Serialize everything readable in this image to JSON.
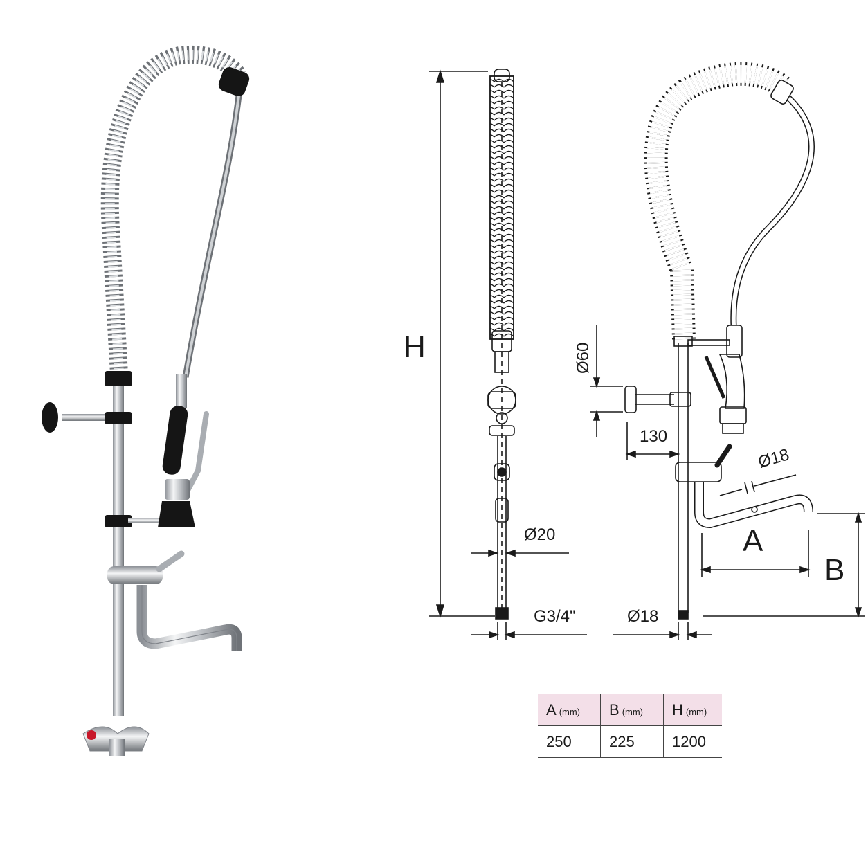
{
  "dimensions": {
    "height_label": "H",
    "a_label": "A",
    "b_label": "B",
    "d20_label": "Ø20",
    "d18_pipe_label": "Ø18",
    "d18_base_label": "Ø18",
    "d60_label": "Ø60",
    "offset_130_label": "130",
    "thread_label": "G3/4\""
  },
  "table": {
    "headers": [
      {
        "name": "A",
        "unit": "(mm)"
      },
      {
        "name": "B",
        "unit": "(mm)"
      },
      {
        "name": "H",
        "unit": "(mm)"
      }
    ],
    "values": [
      "250",
      "225",
      "1200"
    ]
  },
  "colors": {
    "line": "#1a1a1a",
    "chrome": "#b9bcc0",
    "rubber": "#151515",
    "table_header_bg": "#f3dfe8"
  }
}
